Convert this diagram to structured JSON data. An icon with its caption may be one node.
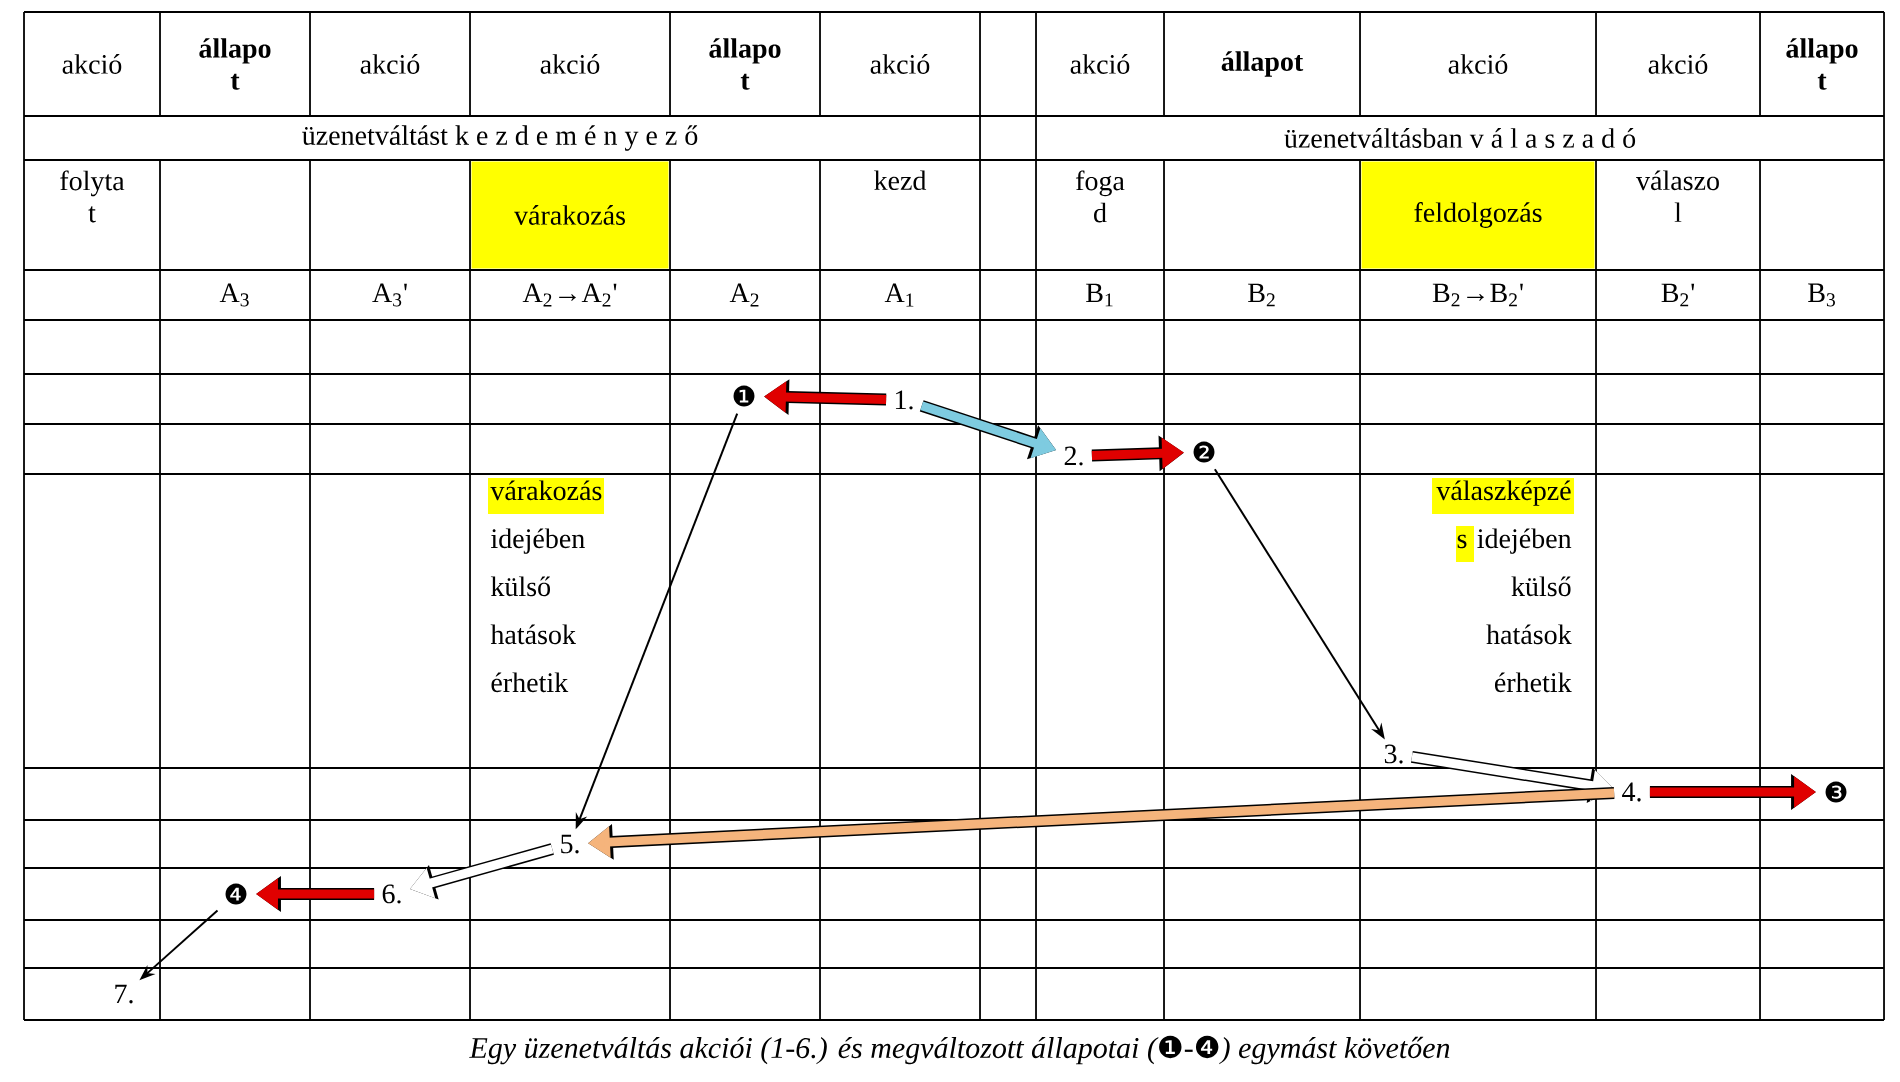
{
  "diagram": {
    "caption": "Egy üzenetváltás akciói (1-6.) és megváltozott állapotai (❶-❹) egymást követően",
    "nodes": [
      {
        "text": [
          "❶"
        ]
      },
      {
        "text": [
          "1."
        ]
      },
      {
        "text": [
          "2."
        ]
      },
      {
        "text": [
          "❷"
        ]
      },
      {
        "text": [
          "3."
        ]
      },
      {
        "text": [
          "4."
        ]
      },
      {
        "text": [
          "❸"
        ]
      },
      {
        "text": [
          "5."
        ]
      },
      {
        "text": [
          "❹"
        ]
      },
      {
        "text": [
          "6."
        ]
      },
      {
        "text": [
          "7."
        ]
      }
    ],
    "edges": [
      {
        "from": 1,
        "to": 0,
        "arrow": "to",
        "color": "#e00000"
      },
      {
        "from": 1,
        "to": 2,
        "arrow": "to",
        "color": "#7ecbe0"
      },
      {
        "from": 2,
        "to": 3,
        "arrow": "to",
        "color": "#e00000"
      },
      {
        "from": 3,
        "to": 4,
        "arrow": "to",
        "color": "#000000"
      },
      {
        "from": 4,
        "to": 5,
        "arrow": "to",
        "color": "#ffffff"
      },
      {
        "from": 5,
        "to": 6,
        "arrow": "to",
        "color": "#e00000"
      },
      {
        "from": 5,
        "to": 7,
        "arrow": "to",
        "color": "#f5b47c"
      },
      {
        "from": 0,
        "to": 7,
        "arrow": "to",
        "color": "#000000"
      },
      {
        "from": 7,
        "to": 9,
        "arrow": "to",
        "color": "#ffffff"
      },
      {
        "from": 9,
        "to": 8,
        "arrow": "to",
        "color": "#e00000"
      },
      {
        "from": 8,
        "to": 10,
        "arrow": "to",
        "color": "#000000"
      }
    ],
    "labels": [
      "akció",
      "állapo t",
      "akció",
      "akció",
      "állapo t",
      "akció",
      "akció",
      "állapot",
      "akció",
      "akció",
      "állapo t",
      "üzenetváltást k e z d e m é n y e z ő",
      "üzenetváltásban v á l a s z a d ó",
      "folyta t",
      "várakozás",
      "kezd",
      "foga d",
      "feldolgozás",
      "válaszo l",
      "A$_{3}$",
      "A$_{3}$'",
      "A$_{2}$→A$_{2}$'",
      "A$_{2}$",
      "A$_{1}$",
      "B$_{1}$",
      "B$_{2}$",
      "B$_{2}$→B$_{2}$'",
      "B$_{2}$'",
      "B$_{3}$",
      "várakozás idejében külső hatások érhetik",
      "válaszképzé s idejében külső hatások érhetik"
    ]
  }
}
